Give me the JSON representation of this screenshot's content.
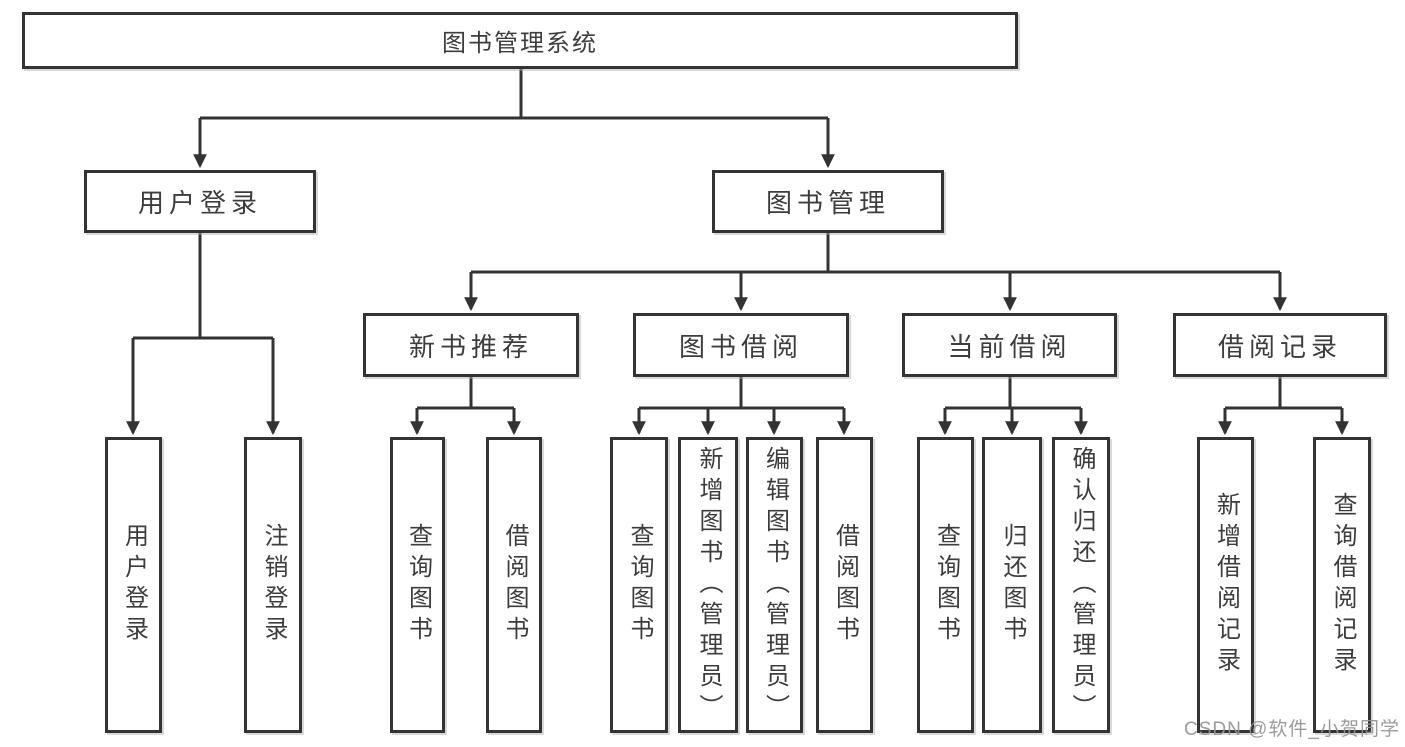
{
  "tree": {
    "label": "图书管理系统",
    "children": [
      {
        "label": "用户登录",
        "children": [
          {
            "label": "用户登录"
          },
          {
            "label": "注销登录"
          }
        ]
      },
      {
        "label": "图书管理",
        "children": [
          {
            "label": "新书推荐",
            "children": [
              {
                "label": "查询图书"
              },
              {
                "label": "借阅图书"
              }
            ]
          },
          {
            "label": "图书借阅",
            "children": [
              {
                "label": "查询图书"
              },
              {
                "label": "新增图书（管理员）"
              },
              {
                "label": "编辑图书（管理员）"
              },
              {
                "label": "借阅图书"
              }
            ]
          },
          {
            "label": "当前借阅",
            "children": [
              {
                "label": "查询图书"
              },
              {
                "label": "归还图书"
              },
              {
                "label": "确认归还（管理员）"
              }
            ]
          },
          {
            "label": "借阅记录",
            "children": [
              {
                "label": "新增借阅记录"
              },
              {
                "label": "查询借阅记录"
              }
            ]
          }
        ]
      }
    ]
  },
  "watermark": "CSDN @软件_小贺同学",
  "colors": {
    "line": "#333333",
    "text": "#3d3d3d",
    "watermark": "#949494",
    "background": "#ffffff"
  }
}
